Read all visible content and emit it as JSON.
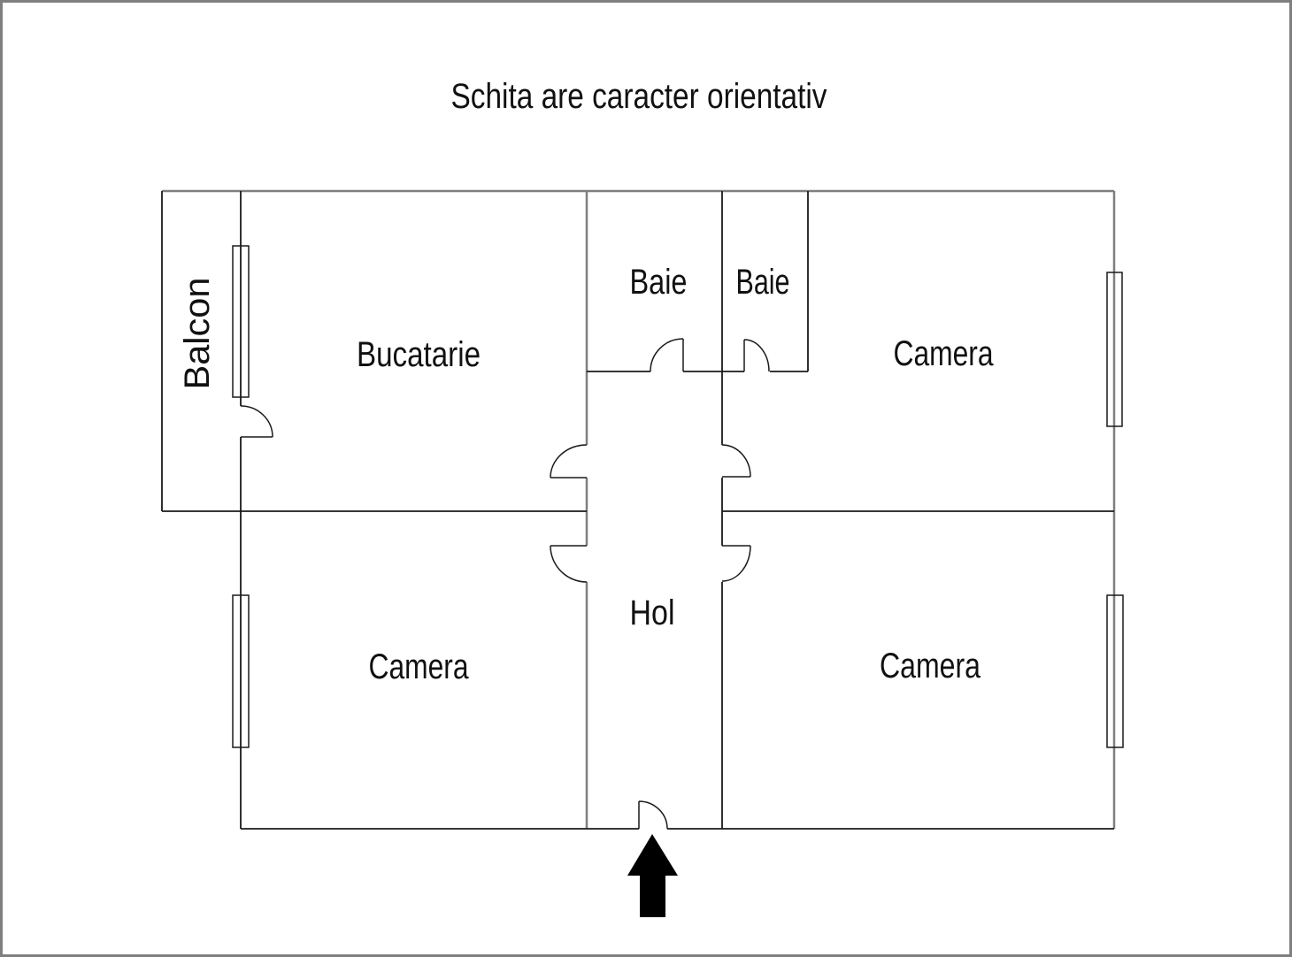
{
  "title": "Schita are caracter orientativ",
  "plan": {
    "colors": {
      "wall_dark": "#1a1a1a",
      "wall_gray": "#7f7f7f",
      "label": "#111111",
      "arrow": "#000000",
      "background": "#ffffff"
    },
    "rooms": {
      "balcon": "Balcon",
      "bucatarie": "Bucatarie",
      "baie_left": "Baie",
      "baie_right": "Baie",
      "camera_top_right": "Camera",
      "hol": "Hol",
      "camera_bottom_left": "Camera",
      "camera_bottom_right": "Camera"
    }
  }
}
